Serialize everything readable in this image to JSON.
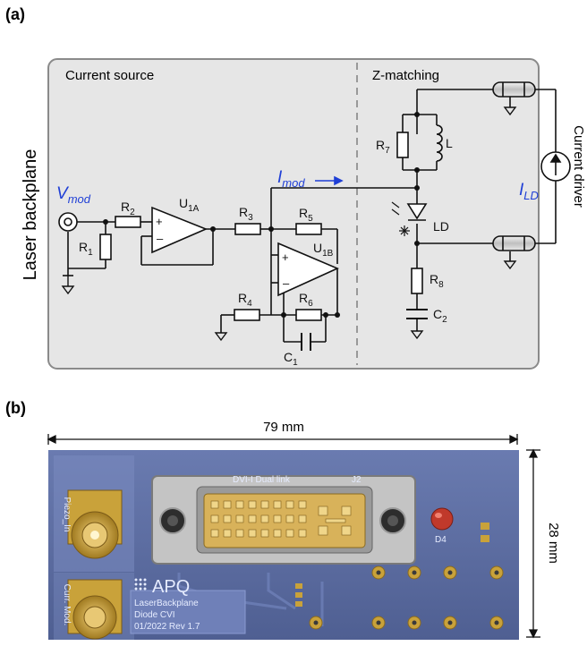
{
  "panel_a": {
    "label": "(a)",
    "side_label": "Laser backplane",
    "section_left": "Current source",
    "section_right": "Z-matching",
    "right_label": "Current driver",
    "vmod_main": "V",
    "vmod_sub": "mod",
    "imod_main": "I",
    "imod_sub": "mod",
    "ild_main": "I",
    "ild_sub": "LD",
    "comp": {
      "r1": "R",
      "r1s": "1",
      "r2": "R",
      "r2s": "2",
      "r3": "R",
      "r3s": "3",
      "r4": "R",
      "r4s": "4",
      "r5": "R",
      "r5s": "5",
      "r6": "R",
      "r6s": "6",
      "r7": "R",
      "r7s": "7",
      "r8": "R",
      "r8s": "8",
      "c1": "C",
      "c1s": "1",
      "c2": "C",
      "c2s": "2",
      "u1a": "U",
      "u1as": "1A",
      "u1b": "U",
      "u1bs": "1B",
      "l": "L",
      "ld": "LD"
    },
    "colors": {
      "accent": "#1f3fd6",
      "box_fill": "#e6e6e6",
      "box_stroke": "#8a8a8a"
    }
  },
  "panel_b": {
    "label": "(b)",
    "width_label": "79 mm",
    "height_label": "28 mm",
    "pcb_silk": {
      "dvi": "DVI-I Dual link",
      "j2": "J2",
      "piezo": "Piezo_In",
      "curr": "Curr. Mod.",
      "d4": "D4",
      "logo": "APQ",
      "board_line1": "LaserBackplane",
      "board_line2": "Diode CVI",
      "board_line3": "01/2022 Rev 1.7"
    },
    "colors": {
      "pcb": "#5a6a9c",
      "gold": "#c9a23a",
      "red_led": "#c0392b"
    }
  }
}
